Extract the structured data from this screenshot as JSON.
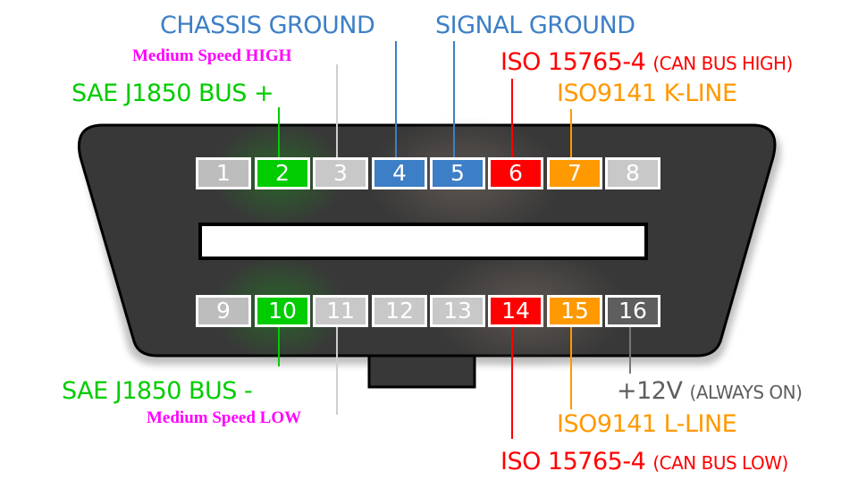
{
  "colors": {
    "green": "#00cc00",
    "blue": "#3d7fc6",
    "red": "#ff0000",
    "orange": "#ff9900",
    "gray": "#c8c8c8",
    "dark_gray": "#5e5e5e",
    "magenta": "#ff00ff",
    "body": "#383838"
  },
  "labels": {
    "chassis_ground": "CHASSIS GROUND",
    "signal_ground": "SIGNAL GROUND",
    "medium_speed_high": "Medium Speed HIGH",
    "iso15765_high_main": "ISO 15765-4",
    "iso15765_high_sub": "(CAN BUS HIGH)",
    "sae_bus_plus": "SAE J1850 BUS +",
    "iso9141_k": "ISO9141 K-LINE",
    "sae_bus_minus": "SAE J1850 BUS -",
    "medium_speed_low": "Medium Speed LOW",
    "plus12v_main": "+12V",
    "plus12v_sub": "(ALWAYS ON)",
    "iso9141_l": "ISO9141 L-LINE",
    "iso15765_low_main": "ISO 15765-4",
    "iso15765_low_sub": "(CAN BUS LOW)"
  },
  "pins_top": [
    {
      "number": "1",
      "color": "#bdbdbd"
    },
    {
      "number": "2",
      "color": "#00cc00"
    },
    {
      "number": "3",
      "color": "#c8c8c8"
    },
    {
      "number": "4",
      "color": "#3d7fc6"
    },
    {
      "number": "5",
      "color": "#3d7fc6"
    },
    {
      "number": "6",
      "color": "#ff0000"
    },
    {
      "number": "7",
      "color": "#ff9900"
    },
    {
      "number": "8",
      "color": "#c8c8c8"
    }
  ],
  "pins_bottom": [
    {
      "number": "9",
      "color": "#bdbdbd"
    },
    {
      "number": "10",
      "color": "#00cc00"
    },
    {
      "number": "11",
      "color": "#c8c8c8"
    },
    {
      "number": "12",
      "color": "#c8c8c8"
    },
    {
      "number": "13",
      "color": "#c8c8c8"
    },
    {
      "number": "14",
      "color": "#ff0000"
    },
    {
      "number": "15",
      "color": "#ff9900"
    },
    {
      "number": "16",
      "color": "#5e5e5e"
    }
  ]
}
